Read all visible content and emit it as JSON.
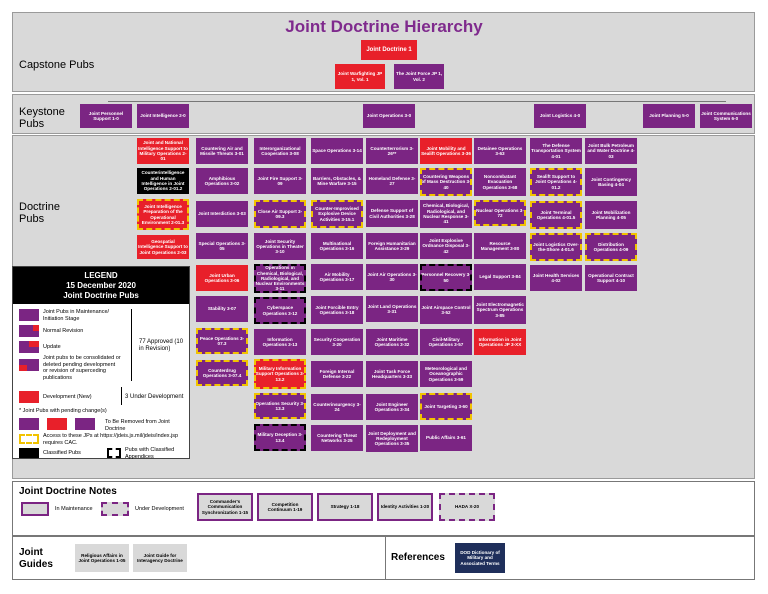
{
  "title": "Joint Doctrine Hierarchy",
  "rows": {
    "capstone": "Capstone Pubs",
    "keystone": "Keystone Pubs",
    "doctrine": "Doctrine Pubs"
  },
  "capstone": {
    "jp1": "Joint Doctrine 1",
    "jp1v1": "Joint Warfighting JP 1, Vol. 1",
    "jp1v2": "The Joint Force JP 1, Vol. 2"
  },
  "keystone": [
    "Joint Personnel Support 1-0",
    "Joint Intelligence 2-0",
    "Joint Operations 3-0",
    "Joint Logistics 4-0",
    "Joint Planning 5-0",
    "Joint Communications System 6-0"
  ],
  "col_intel": [
    "Joint and National Intelligence Support to Military Operations 2-01",
    "Counterintelligence and Human Intelligence in Joint Operations 2-01.2",
    "Joint Intelligence Preparation of the Operational Environment 2-01.3",
    "Geospatial Intelligence Support to Joint Operations 2-03"
  ],
  "col_a": [
    "Countering Air and Missile Threats 3-01",
    "Amphibious Operations 3-02",
    "Joint Interdiction 3-03",
    "Special Operations 3-05",
    "Joint Urban Operations 3-06",
    "Stability 3-07",
    "Peace Operations 3-07.3",
    "Counterdrug Operations 3-07.4"
  ],
  "col_b": [
    "Interorganizational Cooperation 3-08",
    "Joint Fire Support 3-09",
    "Close Air Support 3-09.3",
    "Joint Security Operations in Theater 3-10",
    "Operations in Chemical, Biological, Radiological, and Nuclear Environments 3-11",
    "Cyberspace Operations 3-12",
    "Information Operations 3-13",
    "Military Information Support Operations 3-13.2",
    "Operations Security 3-13.3",
    "Military Deception 3-13.4"
  ],
  "col_c": [
    "Space Operations 3-14",
    "Barriers, Obstacles, & Mine Warfare 3-15",
    "Counter-Improvised Explosive Device Activities 3-15.1",
    "Multinational Operations 3-16",
    "Air Mobility Operations 3-17",
    "Joint Forcible Entry Operations 3-18",
    "Security Cooperation 3-20",
    "Foreign Internal Defense 3-22",
    "Counterinsurgency 3-24",
    "Countering Threat Networks 3-25"
  ],
  "col_d": [
    "Counterterrorism 3-26**",
    "Homeland Defense 3-27",
    "Defense Support of Civil Authorities 3-28",
    "Foreign Humanitarian Assistance 3-29",
    "Joint Air Operations 3-30",
    "Joint Land Operations 3-31",
    "Joint Maritime Operations 3-32",
    "Joint Task Force Headquarters 3-33",
    "Joint Engineer Operations 3-34",
    "Joint Deployment and Redeployment Operations 3-35"
  ],
  "col_e": [
    "Joint Mobility and Sealift Operations 3-36",
    "Countering Weapons of Mass Destruction 3-40",
    "Chemical, Biological, Radiological, and Nuclear Response 3-41",
    "Joint Explosive Ordnance Disposal 3-42",
    "Personnel Recovery 3-50",
    "Joint Airspace Control 3-52",
    "Civil-Military Operations 3-57",
    "Meteorological and Oceanographic Operations 3-59",
    "Joint Targeting 3-60",
    "Public Affairs 3-61"
  ],
  "col_f": [
    "Detainee Operations 3-63",
    "Noncombatant Evacuation Operations 3-68",
    "Nuclear Operations 3-72",
    "Resource Management 3-80",
    "Legal Support 3-84",
    "Joint Electromagnetic Spectrum Operations 3-85",
    "Information in Joint Operations JP 3-XX"
  ],
  "col_g": [
    "The Defense Transportation System 4-01",
    "Sealift Support to Joint Operations 4-01.2",
    "Joint Terminal Operations 4-01.5",
    "Joint Logistics Over-the-Shore 4-01.6",
    "Joint Health Services 4-02"
  ],
  "col_h": [
    "Joint Bulk Petroleum and Water Doctrine 4-03",
    "Joint Contingency Basing 4-04",
    "Joint Mobilization Planning 4-05",
    "Distribution Operations 4-09",
    "Operational Contract Support 4-10"
  ],
  "legend": {
    "head": "LEGEND\n15 December 2020\nJoint Doctrine Pubs",
    "maintenance": "Joint Pubs in Maintenance/ Initiation Stage",
    "normal": "Normal Revision",
    "update": "Update",
    "consolidated": "Joint pubs to be consolidated or deleted pending development or revision of superceding publications",
    "approved": "77 Approved (10 in Revision)",
    "development": "Development (New)",
    "under_dev": "3 Under Development",
    "pending": "* Joint Pubs with pending change(s)",
    "removed": "To Be Removed from Joint Doctrine",
    "access": "Access to these JPs at https://jdeis.js.mil/jdeis/index.jsp requires CAC.",
    "classified": "Classified Pubs",
    "appendices": "Pubs with Classified Appendices"
  },
  "notes": {
    "title": "Joint Doctrine Notes",
    "maintenance": "In Maintenance",
    "under_dev": "Under Development",
    "items": [
      "Commander's Communication Synchronization 1-15",
      "Competition Continuum 1-19",
      "Strategy 1-18",
      "Identity Activities 1-20",
      "HADA X-20"
    ]
  },
  "guides": {
    "title": "Joint Guides",
    "items": [
      "Religious Affairs in Joint Operations 1-05",
      "Joint Guide for Interagency Doctrine"
    ],
    "references": "References",
    "dod": "DOD Dictionary of Military and Associated Terms"
  },
  "colors": {
    "purple": "#7b2583",
    "red": "#e8202a",
    "title": "#7f2a8d",
    "band": "#d9d9d9",
    "navy": "#1f2f5b"
  }
}
